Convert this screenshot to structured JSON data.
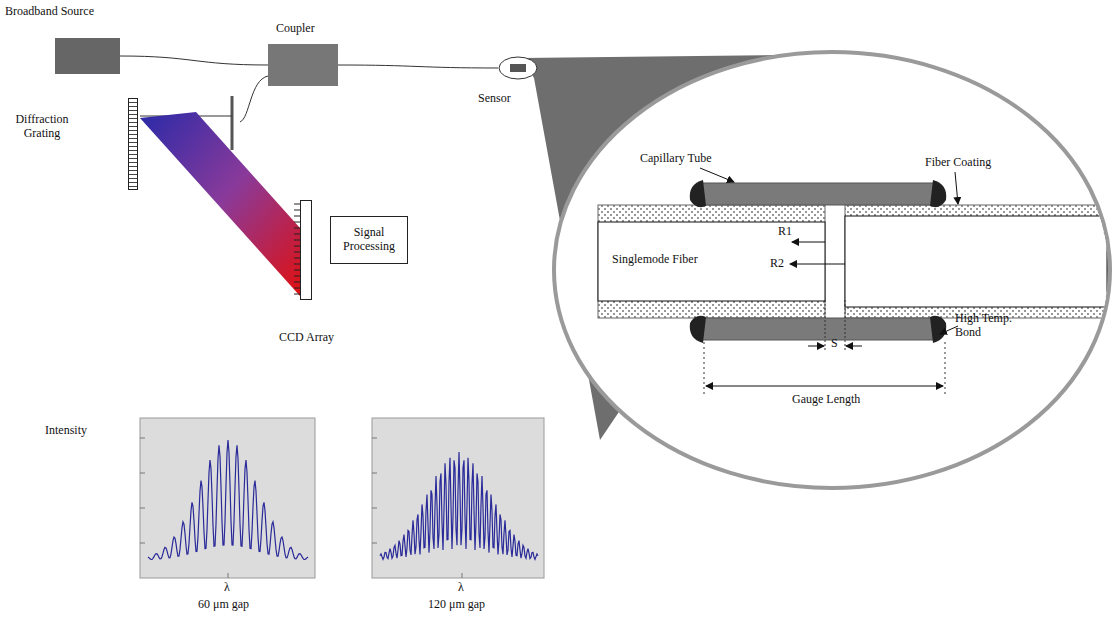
{
  "diagram": {
    "nodes": [
      {
        "text": [
          "Broadband Source"
        ]
      },
      {
        "text": [
          "Coupler"
        ]
      },
      {
        "text": [
          "Sensor"
        ]
      },
      {
        "text": [
          "Diffraction Grating"
        ]
      },
      {
        "text": [
          "CCD Array"
        ]
      },
      {
        "text": [
          "Signal Processing"
        ]
      }
    ],
    "edges": [
      {
        "from": 0,
        "to": 1,
        "arrow": "none"
      },
      {
        "from": 1,
        "to": 2,
        "arrow": "none"
      }
    ],
    "labels": [
      "Capillary Tube",
      "Fiber Coating",
      "Singlemode Fiber",
      "R1",
      "R2",
      "S",
      "Gauge Length",
      "High Temp. Bond",
      "Intensity",
      "λ",
      "λ",
      "60 μm gap",
      "120 μm gap"
    ]
  }
}
